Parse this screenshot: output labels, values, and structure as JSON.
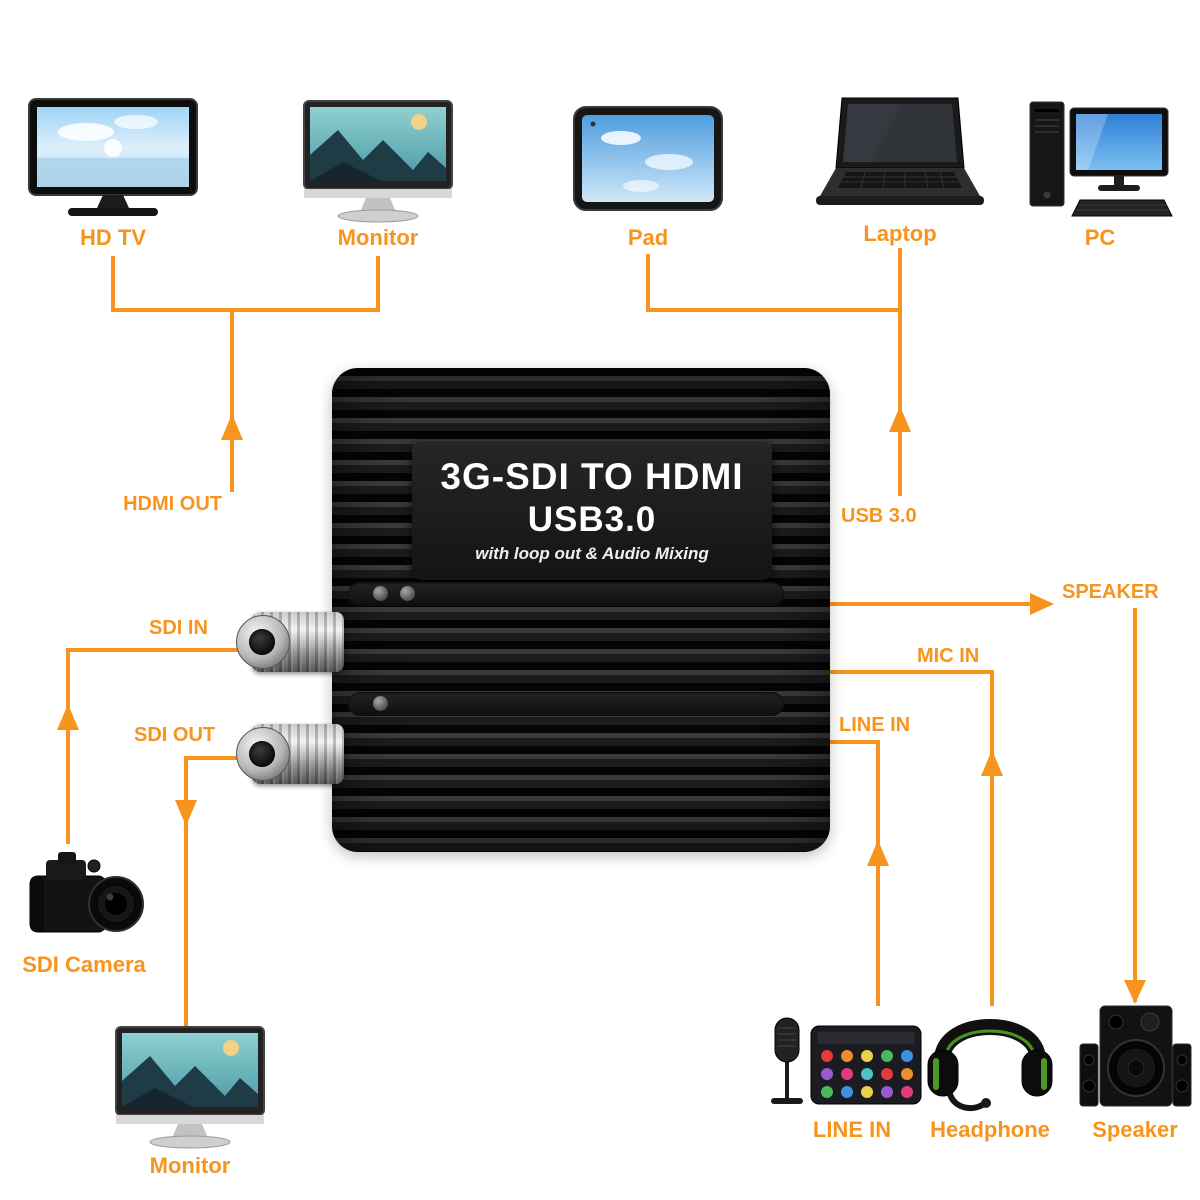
{
  "colors": {
    "accent": "#F7941D"
  },
  "converter": {
    "title_line1": "3G-SDI TO HDMI",
    "title_line2": "USB3.0",
    "subtitle": "with loop out & Audio Mixing"
  },
  "top_devices": [
    {
      "label": "HD TV"
    },
    {
      "label": "Monitor"
    },
    {
      "label": "Pad"
    },
    {
      "label": "Laptop"
    },
    {
      "label": "PC"
    }
  ],
  "ports": {
    "hdmi_out": "HDMI OUT",
    "usb": "USB 3.0",
    "speaker_out": "SPEAKER",
    "mic_in": "MIC IN",
    "line_in": "LINE IN",
    "sdi_in": "SDI IN",
    "sdi_out": "SDI OUT"
  },
  "bottom_devices": [
    {
      "label": "SDI Camera"
    },
    {
      "label": "Monitor"
    },
    {
      "label": "LINE IN"
    },
    {
      "label": "Headphone"
    },
    {
      "label": "Speaker"
    }
  ]
}
